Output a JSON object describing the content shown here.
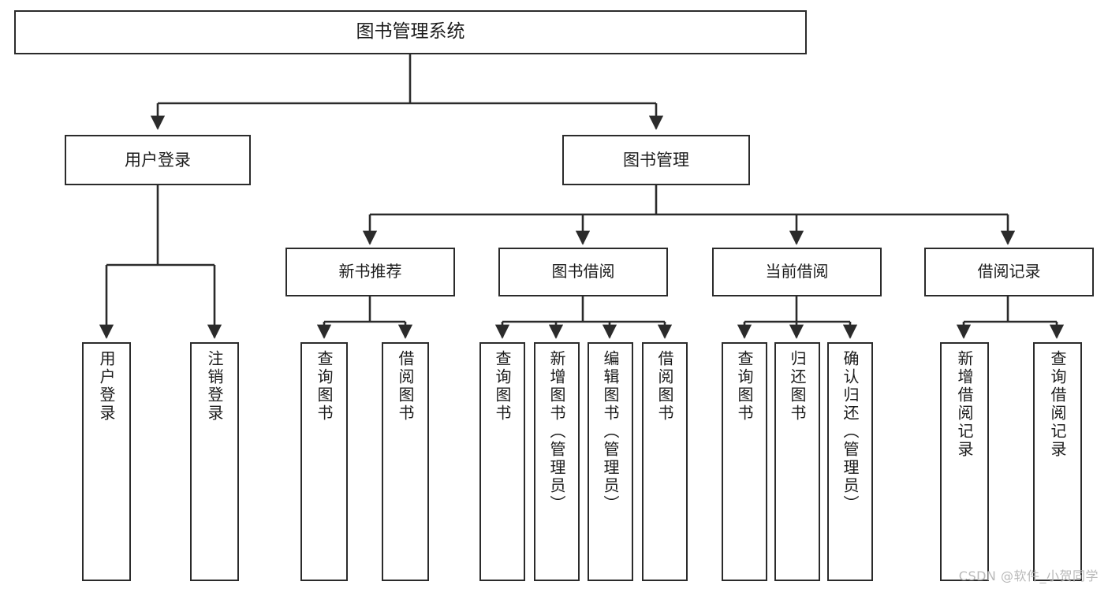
{
  "diagram": {
    "title": "图书管理系统",
    "type": "功能结构图",
    "watermark": "CSDN @软件_小贺同学",
    "colors": {
      "box_border": "#2b2b2b",
      "box_fill": "#ffffff",
      "connector": "#2b2b2b",
      "text": "#1c1c1c",
      "watermark": "#b9b9b9",
      "background": "#ffffff"
    }
  },
  "nodes": {
    "root": {
      "id": "root",
      "label": "图书管理系统",
      "level": 0,
      "orientation": "horizontal"
    },
    "level1": [
      {
        "id": "user-login",
        "label": "用户登录",
        "orientation": "horizontal"
      },
      {
        "id": "book-manage",
        "label": "图书管理",
        "orientation": "horizontal"
      }
    ],
    "level2": [
      {
        "id": "new-book-recommend",
        "label": "新书推荐",
        "parent": "book-manage",
        "orientation": "horizontal"
      },
      {
        "id": "book-borrow",
        "label": "图书借阅",
        "parent": "book-manage",
        "orientation": "horizontal"
      },
      {
        "id": "current-borrow",
        "label": "当前借阅",
        "parent": "book-manage",
        "orientation": "horizontal"
      },
      {
        "id": "borrow-record",
        "label": "借阅记录",
        "parent": "book-manage",
        "orientation": "horizontal"
      }
    ],
    "leaves": [
      {
        "id": "leaf-user-login",
        "label": "用户登录",
        "parent": "user-login",
        "orientation": "vertical"
      },
      {
        "id": "leaf-logout",
        "label": "注销登录",
        "parent": "user-login",
        "orientation": "vertical"
      },
      {
        "id": "leaf-query-book-1",
        "label": "查询图书",
        "parent": "new-book-recommend",
        "orientation": "vertical"
      },
      {
        "id": "leaf-borrow-book-1",
        "label": "借阅图书",
        "parent": "new-book-recommend",
        "orientation": "vertical"
      },
      {
        "id": "leaf-query-book-2",
        "label": "查询图书",
        "parent": "book-borrow",
        "orientation": "vertical"
      },
      {
        "id": "leaf-add-book",
        "label": "新增图书（管理员）",
        "parent": "book-borrow",
        "orientation": "vertical"
      },
      {
        "id": "leaf-edit-book",
        "label": "编辑图书（管理员）",
        "parent": "book-borrow",
        "orientation": "vertical"
      },
      {
        "id": "leaf-borrow-book-2",
        "label": "借阅图书",
        "parent": "book-borrow",
        "orientation": "vertical"
      },
      {
        "id": "leaf-query-book-3",
        "label": "查询图书",
        "parent": "current-borrow",
        "orientation": "vertical"
      },
      {
        "id": "leaf-return-book",
        "label": "归还图书",
        "parent": "current-borrow",
        "orientation": "vertical"
      },
      {
        "id": "leaf-confirm-return",
        "label": "确认归还（管理员）",
        "parent": "current-borrow",
        "orientation": "vertical"
      },
      {
        "id": "leaf-add-record",
        "label": "新增借阅记录",
        "parent": "borrow-record",
        "orientation": "vertical"
      },
      {
        "id": "leaf-query-record",
        "label": "查询借阅记录",
        "parent": "borrow-record",
        "orientation": "vertical"
      }
    ]
  }
}
